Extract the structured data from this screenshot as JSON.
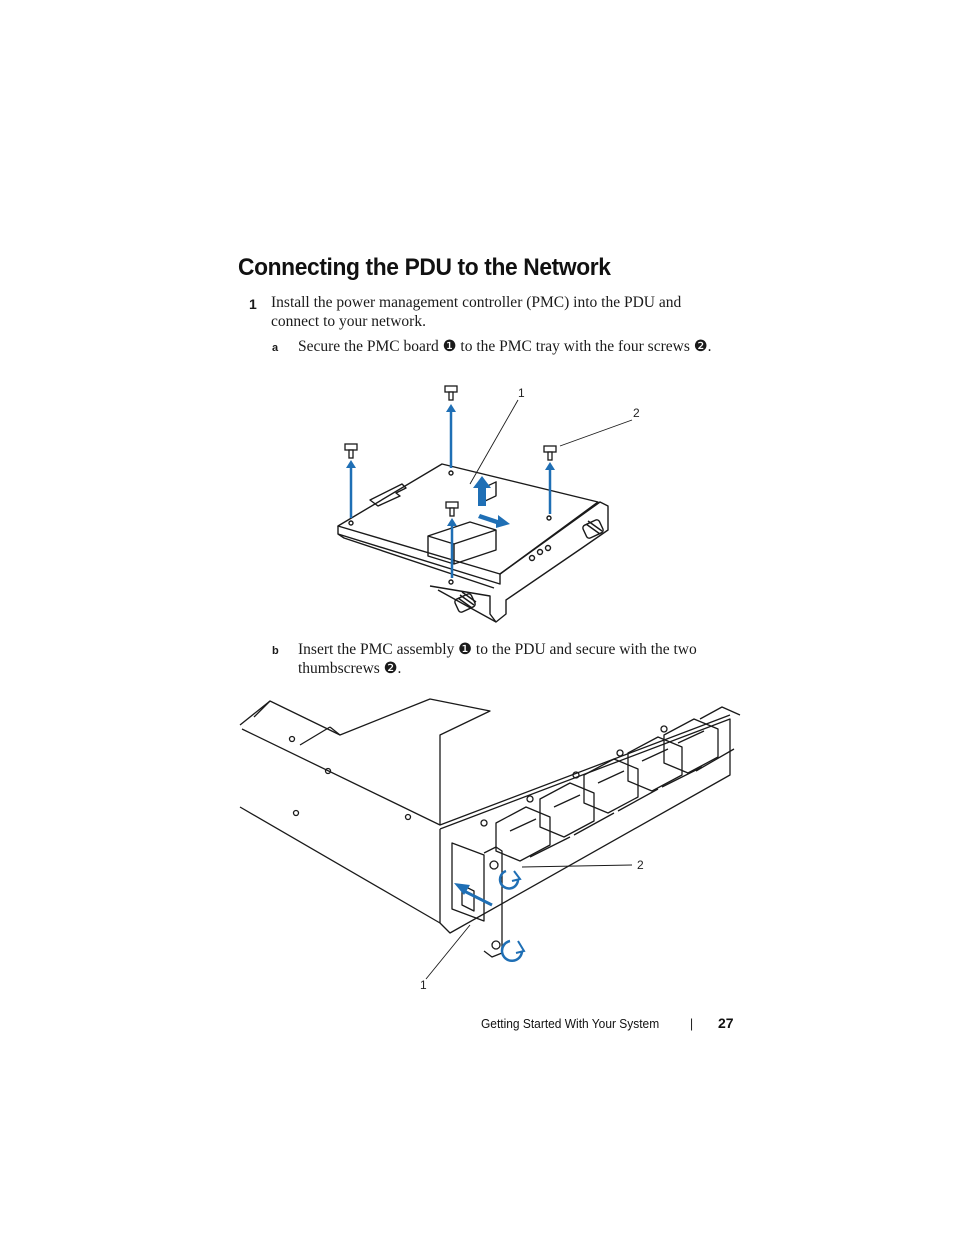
{
  "heading": "Connecting the PDU to the Network",
  "step1": {
    "number": "1",
    "line1": "Install the power management controller (PMC) into the PDU and",
    "line2": "connect to your network."
  },
  "step_a": {
    "letter": "a",
    "text": "Secure the PMC board ❶ to the PMC tray with the four screws ❷."
  },
  "figure1": {
    "callout_1": "1",
    "callout_2": "2"
  },
  "step_b": {
    "letter": "b",
    "line1": "Insert the PMC assembly ❶ to the PDU and secure with the two",
    "line2": "thumbscrews ❷."
  },
  "figure2": {
    "callout_1": "1",
    "callout_2": "2"
  },
  "footer": {
    "section": "Getting Started With Your System",
    "separator": "|",
    "page_number": "27"
  },
  "colors": {
    "arrow_blue": "#1f6fb5",
    "line": "#1a1a1a"
  }
}
